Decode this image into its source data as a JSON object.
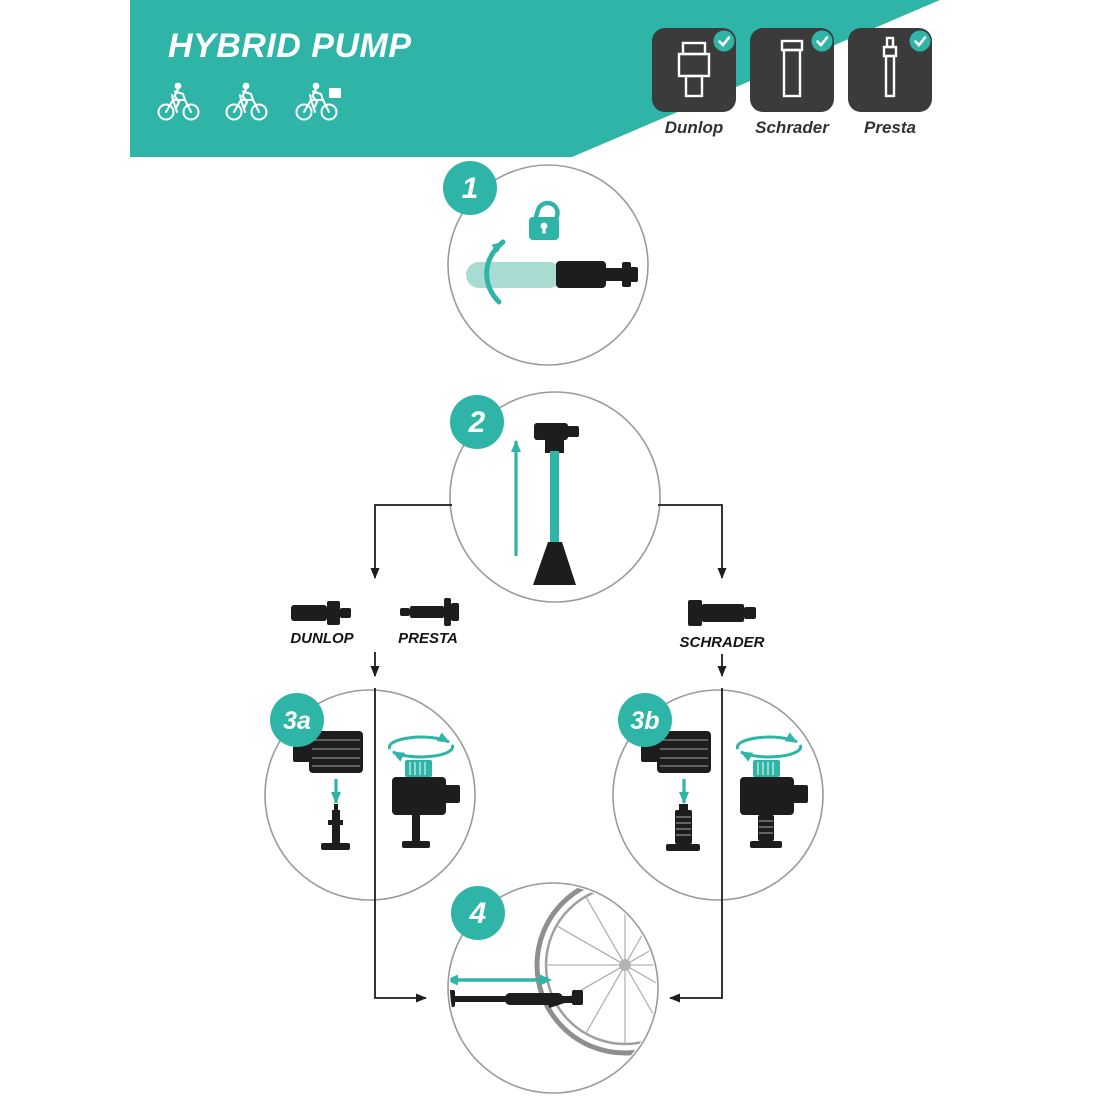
{
  "header": {
    "title": "HYBRID PUMP",
    "bike_icons": [
      "city-bike-icon",
      "road-bike-icon",
      "cargo-bike-icon"
    ],
    "valve_panel": {
      "items": [
        {
          "label": "Dunlop",
          "icon": "dunlop-valve-icon"
        },
        {
          "label": "Schrader",
          "icon": "schrader-valve-icon"
        },
        {
          "label": "Presta",
          "icon": "presta-valve-icon"
        }
      ]
    }
  },
  "steps": {
    "step1": {
      "badge": "1"
    },
    "step2": {
      "badge": "2"
    },
    "step3a": {
      "badge": "3a"
    },
    "step3b": {
      "badge": "3b"
    },
    "step4": {
      "badge": "4"
    }
  },
  "branch_labels": {
    "dunlop": "DUNLOP",
    "presta": "PRESTA",
    "schrader": "SCHRADER"
  },
  "colors": {
    "teal": "#2FB5A8",
    "light_teal": "#A8DCD2",
    "dark": "#1D1D1D",
    "panel_dark": "#3B3B3B",
    "circle_stroke": "#9B9B9B",
    "wheel_gray": "#8F8F8F",
    "white": "#FFFFFF"
  }
}
